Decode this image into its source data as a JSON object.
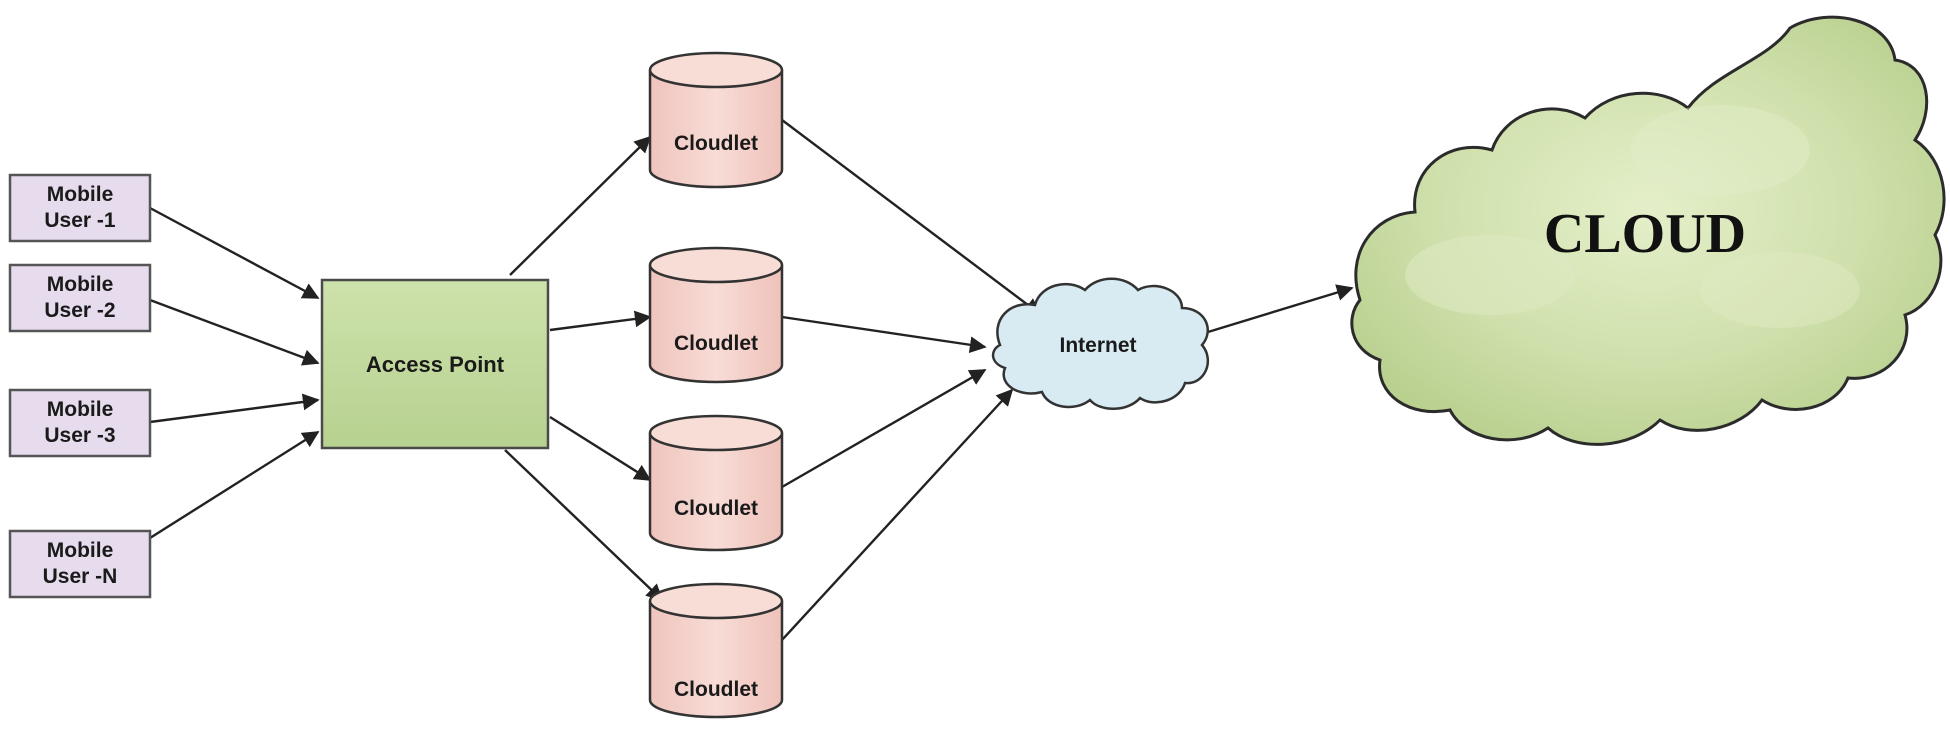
{
  "nodes": {
    "mobile_users": [
      {
        "line1": "Mobile",
        "line2": "User -1"
      },
      {
        "line1": "Mobile",
        "line2": "User -2"
      },
      {
        "line1": "Mobile",
        "line2": "User -3"
      },
      {
        "line1": "Mobile",
        "line2": "User -N"
      }
    ],
    "access_point": {
      "label": "Access Point"
    },
    "cloudlets": [
      {
        "label": "Cloudlet"
      },
      {
        "label": "Cloudlet"
      },
      {
        "label": "Cloudlet"
      },
      {
        "label": "Cloudlet"
      }
    ],
    "internet": {
      "label": "Internet"
    },
    "cloud": {
      "label": "CLOUD"
    }
  },
  "colors": {
    "mobile_user_fill": "#e6dcee",
    "access_point_fill": "#c3d9a0",
    "cloudlet_fill": "#f5d3cd",
    "internet_fill": "#d8ebf3",
    "cloud_fill": "#cbdea6",
    "arrow": "#222222"
  }
}
